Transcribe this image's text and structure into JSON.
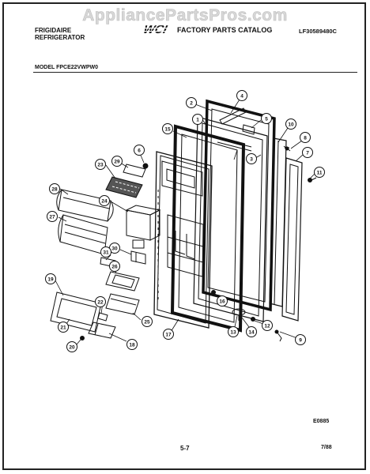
{
  "watermark": "AppliancePartsPros.com",
  "header": {
    "brand_line1": "FRIGIDAIRE",
    "brand_line2": "REFRIGERATOR",
    "logo": "WCI",
    "catalog_title": "FACTORY PARTS CATALOG",
    "catalog_number": "LF30589480C"
  },
  "model_label": "MODEL FPCE22VWPW0",
  "callouts": [
    "2",
    "4",
    "1",
    "15",
    "5",
    "10",
    "8",
    "7",
    "6",
    "3",
    "29",
    "23",
    "11",
    "28",
    "24",
    "27",
    "30",
    "31",
    "26",
    "19",
    "22",
    "25",
    "21",
    "20",
    "18",
    "17",
    "16",
    "13",
    "14",
    "12",
    "9"
  ],
  "footer": {
    "diagram_code": "E0885",
    "page": "5-7",
    "date": "7/88"
  }
}
